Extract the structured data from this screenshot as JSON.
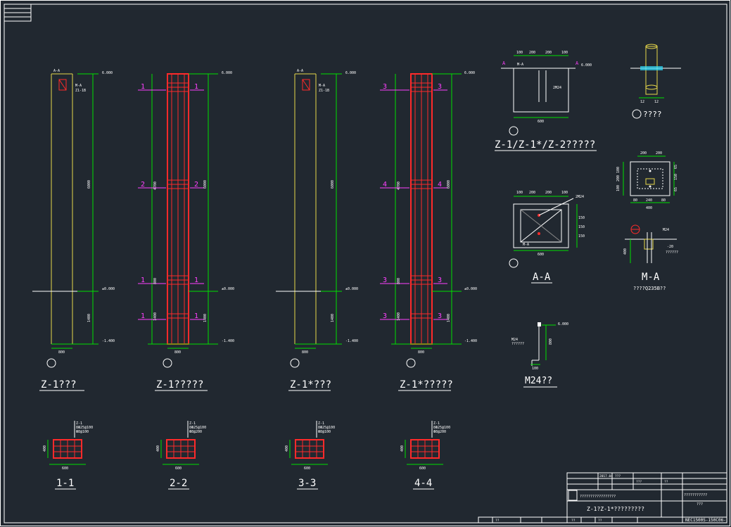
{
  "colors": {
    "background": "#212830",
    "frame": "#ffffff",
    "dim": "#00e000",
    "column": "#e8d84a",
    "rebar": "#ff2a2a",
    "label": "#ff40ff",
    "text": "#ffffff",
    "cyan": "#30e0ff"
  },
  "icons": [
    "drawing-frame",
    "title-block",
    "elevation-column",
    "section-view",
    "detail-view"
  ],
  "elevations": {
    "col1": {
      "title": "Z-1???",
      "width": "800",
      "elev_top": "6.000",
      "elev_mid": "±0.000",
      "elev_bot": "-1.400",
      "height": "6000",
      "base": "1400",
      "tag": "A-A",
      "note1": "M-A",
      "note2": "Z1-1B"
    },
    "col2": {
      "title": "Z-1?????",
      "width": "800",
      "elev_top": "6.000",
      "elev_mid": "±0.000",
      "elev_bot": "-1.400",
      "height": "6000",
      "base": "1400",
      "d1": "4700",
      "d2": "800",
      "d3": "1400",
      "cut": [
        "1",
        "1",
        "2",
        "2",
        "1",
        "1",
        "1",
        "1"
      ]
    },
    "col3": {
      "title": "Z-1*???",
      "width": "800",
      "elev_top": "6.000",
      "elev_mid": "±0.000",
      "elev_bot": "-1.400",
      "height": "6000",
      "base": "1400",
      "tag": "A-A",
      "note1": "M-A",
      "note2": "Z1-1B"
    },
    "col4": {
      "title": "Z-1*?????",
      "width": "800",
      "elev_top": "6.000",
      "elev_mid": "±0.000",
      "elev_bot": "-1.400",
      "height": "6000",
      "base": "1400",
      "d1": "4700",
      "d2": "800",
      "d3": "1400",
      "cut": [
        "3",
        "3",
        "4",
        "4",
        "3",
        "3",
        "3",
        "3"
      ]
    }
  },
  "sections": {
    "s11": {
      "title": "1-1",
      "w": "600",
      "h": "400",
      "note1": "Z-1",
      "note2": "8Ф25@100",
      "note3": "Ф8@100"
    },
    "s22": {
      "title": "2-2",
      "w": "600",
      "h": "400",
      "note1": "Z-1",
      "note2": "8Ф25@100",
      "note3": "Ф8@200"
    },
    "s33": {
      "title": "3-3",
      "w": "600",
      "h": "400",
      "note1": "Z-1",
      "note2": "8Ф25@100",
      "note3": "Ф8@100"
    },
    "s44": {
      "title": "4-4",
      "w": "600",
      "h": "400",
      "note1": "Z-1",
      "note2": "8Ф25@100",
      "note3": "Ф8@200"
    }
  },
  "details": {
    "top": {
      "title": "Z-1/Z-1*/Z-2?????",
      "dims": [
        "100",
        "200",
        "200",
        "100"
      ],
      "width": "600",
      "elev": "6.000",
      "tag": "M-A",
      "note": "2M24",
      "cut_a": "A"
    },
    "aa": {
      "title": "A-A",
      "dims": [
        "100",
        "200",
        "200",
        "100"
      ],
      "width": "600",
      "tag": "M-A",
      "note": "2M24",
      "side": [
        "150",
        "150",
        "150"
      ]
    },
    "anchor": {
      "title": "M24??",
      "elev": "6.000",
      "len": "800",
      "hook": "100",
      "note1": "M24",
      "note2": "??????"
    },
    "pipe": {
      "title": "????",
      "d1": "12",
      "d2": "12"
    },
    "plate": {
      "dims_top": [
        "200",
        "200"
      ],
      "dims_side": [
        "100",
        "200",
        "100"
      ],
      "dims_bot": [
        "80",
        "240",
        "80"
      ],
      "width": "400",
      "side_right": [
        "65",
        "150",
        "65"
      ]
    },
    "ma": {
      "title": "M-A",
      "subtitle": "????Q235B??",
      "note1": "M24",
      "note2": "-20",
      "note3": "??????",
      "dim": "400"
    }
  },
  "title_block": {
    "company": "?????????????????",
    "drawing_title": "Z-1?Z-1*?????????",
    "drawing_no": "NEC1500S-150C06-",
    "project": "???????????",
    "stage": "???",
    "r1": "???",
    "r2": "???",
    "r3": "??",
    "r4": "??",
    "r5": "??",
    "r6": "??",
    "date": "2017.04"
  }
}
